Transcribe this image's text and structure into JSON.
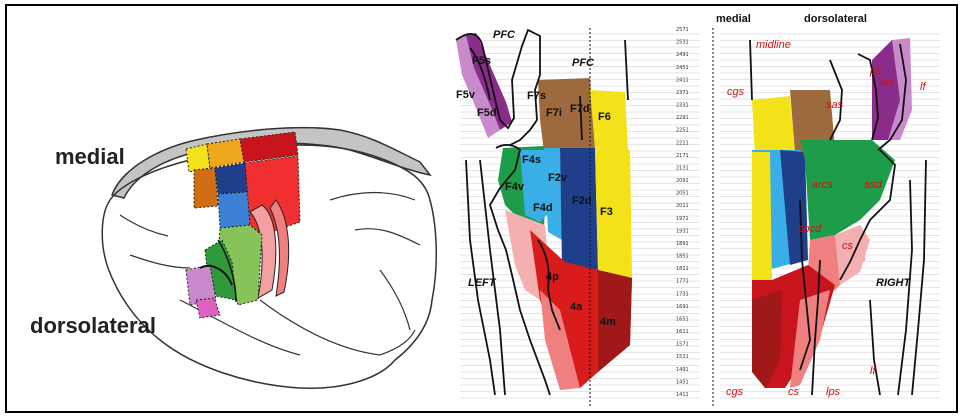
{
  "brain": {
    "medial": "medial",
    "dorsolateral": "dorsolateral"
  },
  "headers": {
    "medial": "medial",
    "dorsolateral": "dorsolateral"
  },
  "sides": {
    "left": "LEFT",
    "right": "RIGHT"
  },
  "pfc": [
    "PFC",
    "PFC"
  ],
  "areas": [
    "F5s",
    "F5v",
    "F5d",
    "F7s",
    "F7i",
    "F7d",
    "F6",
    "F4s",
    "F4v",
    "F2v",
    "F4d",
    "F2d",
    "F3",
    "4p",
    "4a",
    "4m"
  ],
  "sulci": [
    "midline",
    "ps",
    "ias",
    "lf",
    "cgs",
    "sas",
    "arcs",
    "asd",
    "spcd",
    "cs",
    "cgs",
    "cs",
    "lps",
    "lf"
  ],
  "ticks": [
    "2571",
    "2531",
    "2491",
    "2451",
    "2411",
    "2371",
    "2331",
    "2291",
    "2251",
    "2211",
    "2171",
    "2131",
    "2091",
    "2051",
    "2011",
    "1971",
    "1931",
    "1891",
    "1851",
    "1811",
    "1771",
    "1731",
    "1691",
    "1651",
    "1611",
    "1571",
    "1531",
    "1491",
    "1451",
    "1411"
  ],
  "colors": {
    "yellow": "#f3e21a",
    "orange": "#f0a61d",
    "red": "#c8141c",
    "brown": "#9c6a3c",
    "navy": "#1f3f8a",
    "blue": "#3c80d8",
    "cyan": "#3aaee6",
    "green": "#1e9c4a",
    "ltgreen": "#86c45a",
    "pink": "#f08080",
    "ltpink": "#f4b0b0",
    "purple": "#8a2c8a",
    "ltpurple": "#c98acb",
    "darkred": "#a01818"
  }
}
